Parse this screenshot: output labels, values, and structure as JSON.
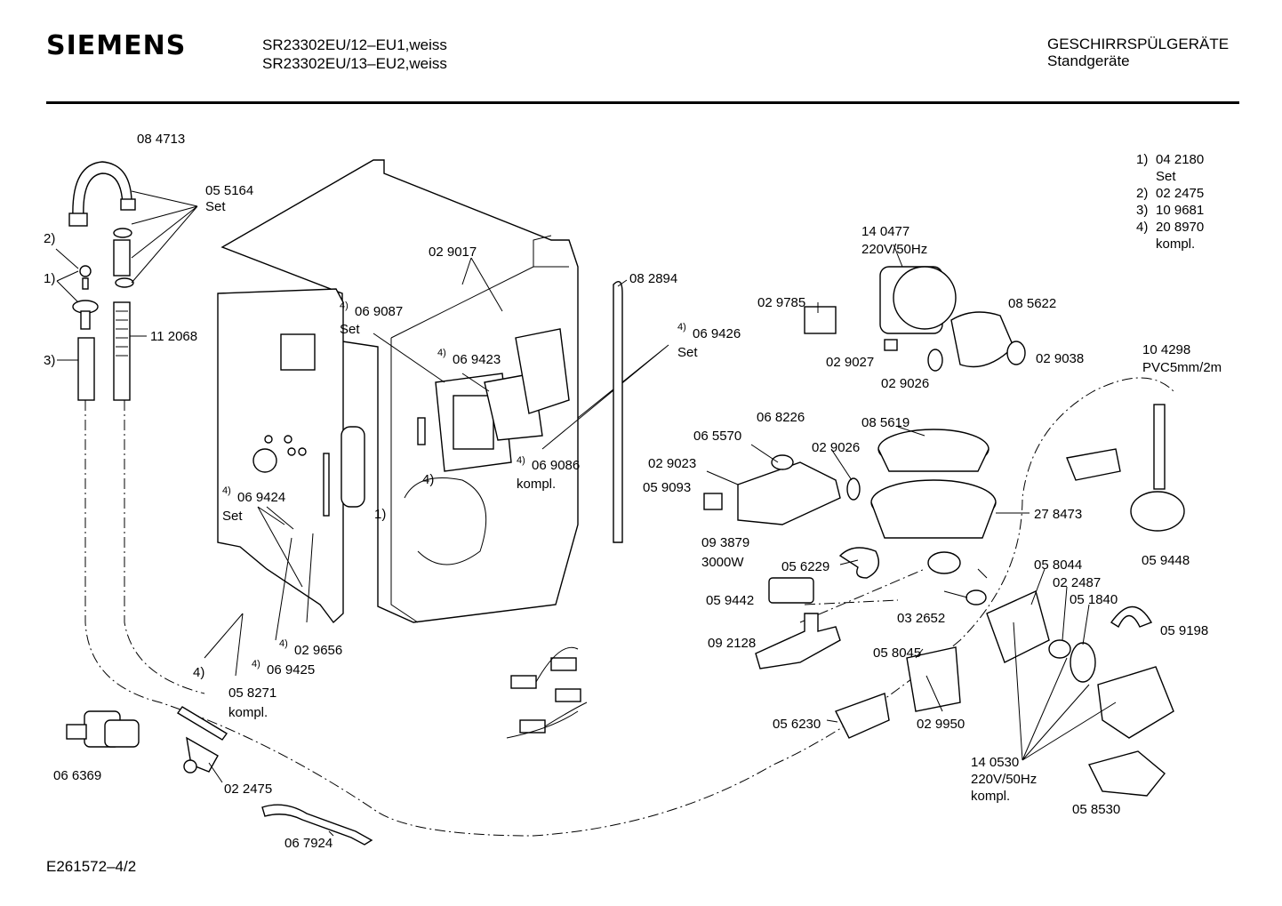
{
  "header": {
    "brand": "SIEMENS",
    "model_line_1": "SR23302EU/12–EU1,weiss",
    "model_line_2": "SR23302EU/13–EU2,weiss",
    "category": "GESCHIRRSPÜLGERÄTE",
    "subcategory": "Standgeräte"
  },
  "footer": {
    "doc_id": "E261572–4/2"
  },
  "legend": [
    {
      "key": "1)",
      "value": "04 2180"
    },
    {
      "key": "",
      "value": "Set"
    },
    {
      "key": "2)",
      "value": "02 2475"
    },
    {
      "key": "3)",
      "value": "10 9681"
    },
    {
      "key": "4)",
      "value": "20 8970"
    },
    {
      "key": "",
      "value": "kompl."
    }
  ],
  "labels": {
    "p084713": "08 4713",
    "p055164": "05 5164",
    "set_a": "Set",
    "m2": "2)",
    "m1": "1)",
    "m3": "3)",
    "p112068": "11 2068",
    "p029017": "02 9017",
    "p082894": "08 2894",
    "p069087": "06 9087",
    "set_b": "Set",
    "p069423": "06 9423",
    "p069426": "06 9426",
    "set_c": "Set",
    "p069086": "06 9086",
    "kompl_a": "kompl.",
    "m4_a": "4)",
    "m1_b": "1)",
    "p069424": "06 9424",
    "set_d": "Set",
    "p029656": "02 9656",
    "p069425": "06 9425",
    "m4_b": "4)",
    "p058271": "05 8271",
    "kompl_b": "kompl.",
    "p066369": "06 6369",
    "p022475": "02 2475",
    "p067924": "06 7924",
    "p140477": "14 0477",
    "v220_a": "220V/50Hz",
    "p029785": "02 9785",
    "p085622": "08 5622",
    "p029027": "02 9027",
    "p029038": "02 9038",
    "p029026_a": "02 9026",
    "p104298": "10 4298",
    "pvc": "PVC5mm/2m",
    "p068226": "06 8226",
    "p085619": "08 5619",
    "p065570": "06 5570",
    "p029026_b": "02 9026",
    "p029023": "02 9023",
    "p059093": "05 9093",
    "p093879": "09 3879",
    "w3000": "3000W",
    "p278473": "27 8473",
    "p056229": "05 6229",
    "p059448": "05 9448",
    "p058044": "05 8044",
    "p022487": "02 2487",
    "p051840": "05 1840",
    "p059442": "05 9442",
    "p032652": "03 2652",
    "p059198": "05 9198",
    "p092128": "09 2128",
    "p058045": "05 8045",
    "p056230": "05 6230",
    "p029950": "02 9950",
    "p140530": "14 0530",
    "v220_b": "220V/50Hz",
    "kompl_c": "kompl.",
    "p058530": "05 8530",
    "sup4": "4)"
  }
}
